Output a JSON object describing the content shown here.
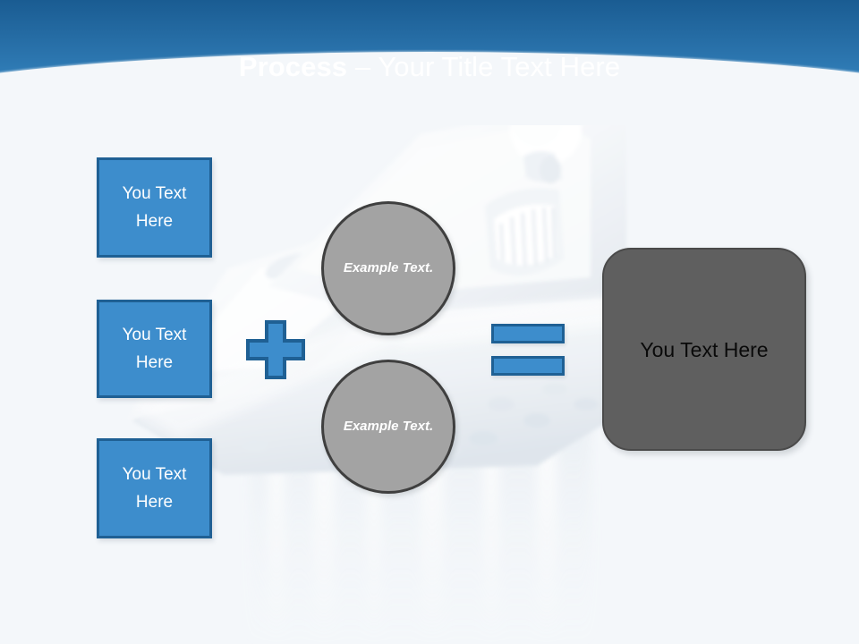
{
  "slide": {
    "title_bold": "Process",
    "title_rest": " – Your Title Text Here",
    "background_color": "#f4f7fa",
    "header_gradient_top": "#1a5c92",
    "header_gradient_bottom": "#3a8cc8",
    "accent_blue": "#3d8dcc",
    "accent_blue_border": "#1f6094",
    "circle_gray": "#a3a3a3",
    "circle_border": "#3f3f3f",
    "result_gray": "#5f5f5f"
  },
  "inputs": {
    "boxes": [
      {
        "label": "You Text Here"
      },
      {
        "label": "You Text Here"
      },
      {
        "label": "You Text Here"
      }
    ]
  },
  "operators": {
    "plus": "plus-sign",
    "equals": "equals-sign"
  },
  "circles": [
    {
      "label": "Example Text."
    },
    {
      "label": "Example Text."
    }
  ],
  "result": {
    "label": "You Text Here"
  }
}
